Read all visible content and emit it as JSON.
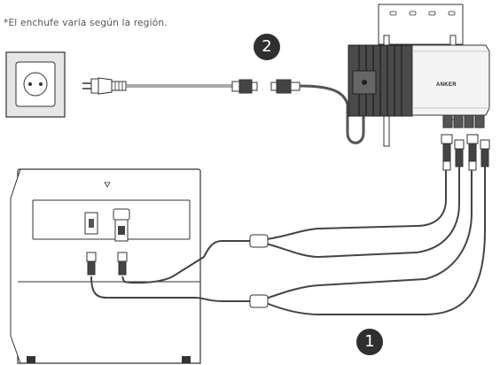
{
  "note": "*El enchufe varía según la región.",
  "steps": [
    "2",
    "1"
  ],
  "brand_label": "ANKER",
  "icons": [
    "wall-socket-icon",
    "power-plug-icon",
    "microinverter-icon",
    "power-station-icon"
  ],
  "colors": {
    "line": "#333333",
    "cable": "#777777",
    "device": "#4a4a4a",
    "socket_bg": "#e6e6e6"
  }
}
